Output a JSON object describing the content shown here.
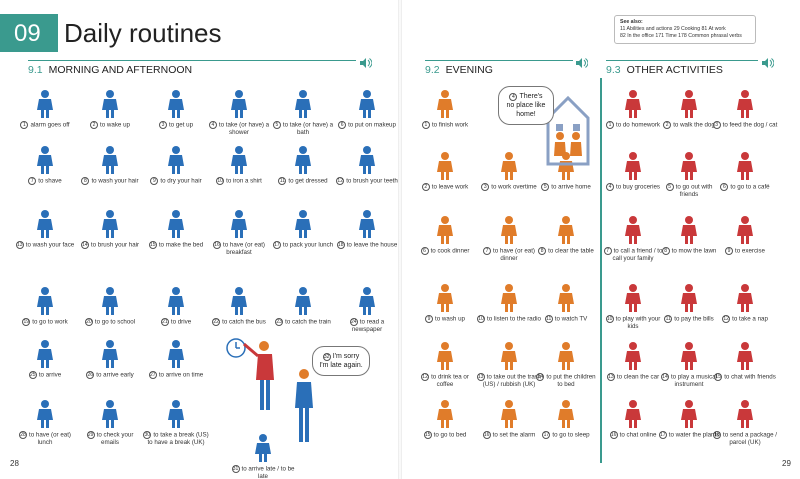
{
  "chapter": {
    "number": "09",
    "title": "Daily routines"
  },
  "see_also": {
    "heading": "See also:",
    "line1": "11 Abilities and actions  29 Cooking  81 At work",
    "line2": "82 In the office  171 Time  178 Common phrasal verbs"
  },
  "sections": [
    {
      "num": "9.1",
      "title": "MORNING AND AFTERNOON"
    },
    {
      "num": "9.2",
      "title": "EVENING"
    },
    {
      "num": "9.3",
      "title": "OTHER ACTIVITIES"
    }
  ],
  "colors": {
    "teal": "#3a9a8e",
    "blue": "#2a6fb8",
    "orange": "#e07c2a",
    "red": "#c9383a"
  },
  "morning": [
    {
      "n": "1",
      "text": "alarm goes off",
      "icon": "alarm-icon"
    },
    {
      "n": "2",
      "text": "to wake up",
      "icon": "wake-up-icon"
    },
    {
      "n": "3",
      "text": "to get up",
      "icon": "get-up-icon"
    },
    {
      "n": "4",
      "text": "to take (or have) a shower",
      "icon": "shower-icon"
    },
    {
      "n": "5",
      "text": "to take (or have) a bath",
      "icon": "bath-icon"
    },
    {
      "n": "6",
      "text": "to put on makeup",
      "icon": "makeup-icon"
    },
    {
      "n": "7",
      "text": "to shave",
      "icon": "shave-icon"
    },
    {
      "n": "8",
      "text": "to wash your hair",
      "icon": "wash-hair-icon"
    },
    {
      "n": "9",
      "text": "to dry your hair",
      "icon": "dry-hair-icon"
    },
    {
      "n": "10",
      "text": "to iron a shirt",
      "icon": "iron-icon"
    },
    {
      "n": "11",
      "text": "to get dressed",
      "icon": "get-dressed-icon"
    },
    {
      "n": "12",
      "text": "to brush your teeth",
      "icon": "brush-teeth-icon"
    },
    {
      "n": "13",
      "text": "to wash your face",
      "icon": "wash-face-icon"
    },
    {
      "n": "14",
      "text": "to brush your hair",
      "icon": "brush-hair-icon"
    },
    {
      "n": "15",
      "text": "to make the bed",
      "icon": "make-bed-icon"
    },
    {
      "n": "16",
      "text": "to have (or eat) breakfast",
      "icon": "breakfast-icon"
    },
    {
      "n": "17",
      "text": "to pack your lunch",
      "icon": "pack-lunch-icon"
    },
    {
      "n": "18",
      "text": "to leave the house",
      "icon": "leave-house-icon"
    },
    {
      "n": "19",
      "text": "to go to work",
      "icon": "go-to-work-icon"
    },
    {
      "n": "20",
      "text": "to go to school",
      "icon": "go-to-school-icon"
    },
    {
      "n": "21",
      "text": "to drive",
      "icon": "car-icon"
    },
    {
      "n": "22",
      "text": "to catch the bus",
      "icon": "bus-icon"
    },
    {
      "n": "23",
      "text": "to catch the train",
      "icon": "train-icon"
    },
    {
      "n": "24",
      "text": "to read a newspaper",
      "icon": "newspaper-icon"
    },
    {
      "n": "25",
      "text": "to arrive",
      "icon": "arrive-icon"
    },
    {
      "n": "26",
      "text": "to arrive early",
      "icon": "arrive-early-icon"
    },
    {
      "n": "27",
      "text": "to arrive on time",
      "icon": "arrive-on-time-icon"
    },
    {
      "n": "28",
      "text": "to have (or eat) lunch",
      "icon": "lunch-icon"
    },
    {
      "n": "29",
      "text": "to check your emails",
      "icon": "emails-icon"
    },
    {
      "n": "30",
      "text": "to take a break (US) to have a break (UK)",
      "icon": "break-icon"
    },
    {
      "n": "31",
      "text": "to arrive late / to be late",
      "icon": "arrive-late-icon"
    }
  ],
  "late_bubble": {
    "n": "32",
    "text": "I'm sorry I'm late again."
  },
  "evening": [
    {
      "n": "1",
      "text": "to finish work",
      "icon": "finish-work-icon"
    },
    {
      "n": "2",
      "text": "to leave work",
      "icon": "leave-work-icon"
    },
    {
      "n": "3",
      "text": "to work overtime",
      "icon": "overtime-icon"
    },
    {
      "n": "5",
      "text": "to arrive home",
      "icon": "arrive-home-icon"
    },
    {
      "n": "6",
      "text": "to cook dinner",
      "icon": "cook-dinner-icon"
    },
    {
      "n": "7",
      "text": "to have (or eat) dinner",
      "icon": "dinner-icon"
    },
    {
      "n": "8",
      "text": "to clear the table",
      "icon": "clear-table-icon"
    },
    {
      "n": "9",
      "text": "to wash up",
      "icon": "wash-up-icon"
    },
    {
      "n": "10",
      "text": "to listen to the radio",
      "icon": "radio-icon"
    },
    {
      "n": "11",
      "text": "to watch TV",
      "icon": "tv-icon"
    },
    {
      "n": "12",
      "text": "to drink tea or coffee",
      "icon": "tea-icon"
    },
    {
      "n": "13",
      "text": "to take out the trash (US) / rubbish (UK)",
      "icon": "trash-icon"
    },
    {
      "n": "14",
      "text": "to put the children to bed",
      "icon": "children-bed-icon"
    },
    {
      "n": "15",
      "text": "to go to bed",
      "icon": "go-to-bed-icon"
    },
    {
      "n": "16",
      "text": "to set the alarm",
      "icon": "set-alarm-icon"
    },
    {
      "n": "17",
      "text": "to go to sleep",
      "icon": "sleep-icon"
    }
  ],
  "home_bubble": {
    "n": "4",
    "text": "There's no place like home!"
  },
  "other": [
    {
      "n": "1",
      "text": "to do homework",
      "icon": "homework-icon"
    },
    {
      "n": "2",
      "text": "to walk the dog",
      "icon": "walk-dog-icon"
    },
    {
      "n": "3",
      "text": "to feed the dog / cat",
      "icon": "feed-pet-icon"
    },
    {
      "n": "4",
      "text": "to buy groceries",
      "icon": "groceries-icon"
    },
    {
      "n": "5",
      "text": "to go out with friends",
      "icon": "go-out-icon"
    },
    {
      "n": "6",
      "text": "to go to a café",
      "icon": "cafe-icon"
    },
    {
      "n": "7",
      "text": "to call a friend / to call your family",
      "icon": "call-icon"
    },
    {
      "n": "8",
      "text": "to mow the lawn",
      "icon": "mow-icon"
    },
    {
      "n": "9",
      "text": "to exercise",
      "icon": "exercise-icon"
    },
    {
      "n": "10",
      "text": "to play with your kids",
      "icon": "play-kids-icon"
    },
    {
      "n": "11",
      "text": "to pay the bills",
      "icon": "bills-icon"
    },
    {
      "n": "12",
      "text": "to take a nap",
      "icon": "nap-icon"
    },
    {
      "n": "13",
      "text": "to clean the car",
      "icon": "clean-car-icon"
    },
    {
      "n": "14",
      "text": "to play a musical instrument",
      "icon": "instrument-icon"
    },
    {
      "n": "15",
      "text": "to chat with friends",
      "icon": "chat-icon"
    },
    {
      "n": "16",
      "text": "to chat online",
      "icon": "chat-online-icon"
    },
    {
      "n": "17",
      "text": "to water the plants",
      "icon": "water-plants-icon"
    },
    {
      "n": "18",
      "text": "to send a package / parcel (UK)",
      "icon": "package-icon"
    }
  ],
  "page_numbers": {
    "left": "28",
    "right": "29"
  }
}
